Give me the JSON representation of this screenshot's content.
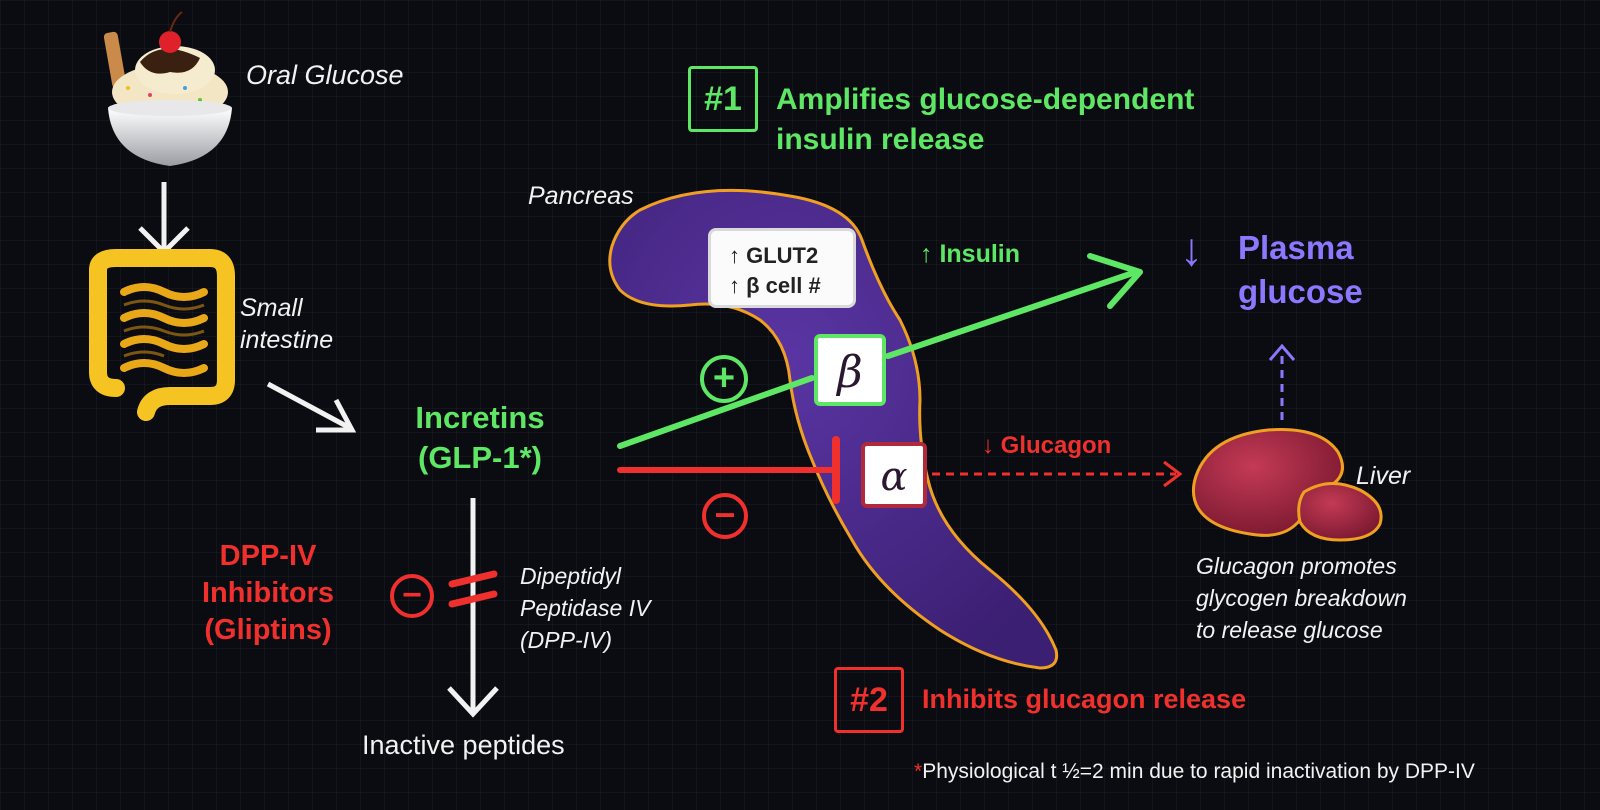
{
  "labels": {
    "oral_glucose": "Oral Glucose",
    "small_intestine_1": "Small",
    "small_intestine_2": "intestine",
    "incretins_1": "Incretins",
    "incretins_2": "(GLP-1*)",
    "dpp_inhibitors_1": "DPP-IV",
    "dpp_inhibitors_2": "Inhibitors",
    "dpp_inhibitors_3": "(Gliptins)",
    "dpp_enzyme_1": "Dipeptidyl",
    "dpp_enzyme_2": "Peptidase IV",
    "dpp_enzyme_3": "(DPP-IV)",
    "inactive_peptides": "Inactive peptides",
    "pancreas": "Pancreas",
    "glut2": "↑ GLUT2",
    "beta_cell_count": "↑ β cell #",
    "beta": "β",
    "alpha": "α",
    "insulin": "↑ Insulin",
    "glucagon": "↓ Glucagon",
    "plasma_arrow": "↓",
    "plasma_1": "Plasma",
    "plasma_2": "glucose",
    "liver": "Liver",
    "liver_note_1": "Glucagon promotes",
    "liver_note_2": "glycogen breakdown",
    "liver_note_3": "to release glucose",
    "plus": "+",
    "minus": "−"
  },
  "steps": {
    "step1_badge": "#1",
    "step1_text_1": "Amplifies glucose-dependent",
    "step1_text_2": "insulin release",
    "step2_badge": "#2",
    "step2_text": "Inhibits glucagon release"
  },
  "footnote": {
    "asterisk": "*",
    "text": "Physiological t ½=2 min due to rapid inactivation by DPP-IV"
  },
  "colors": {
    "stimulate": "#5ee665",
    "inhibit": "#f0302c",
    "plasma": "#8b78ff",
    "pancreas": "#4b2a8a",
    "liver": "#9b2340"
  }
}
